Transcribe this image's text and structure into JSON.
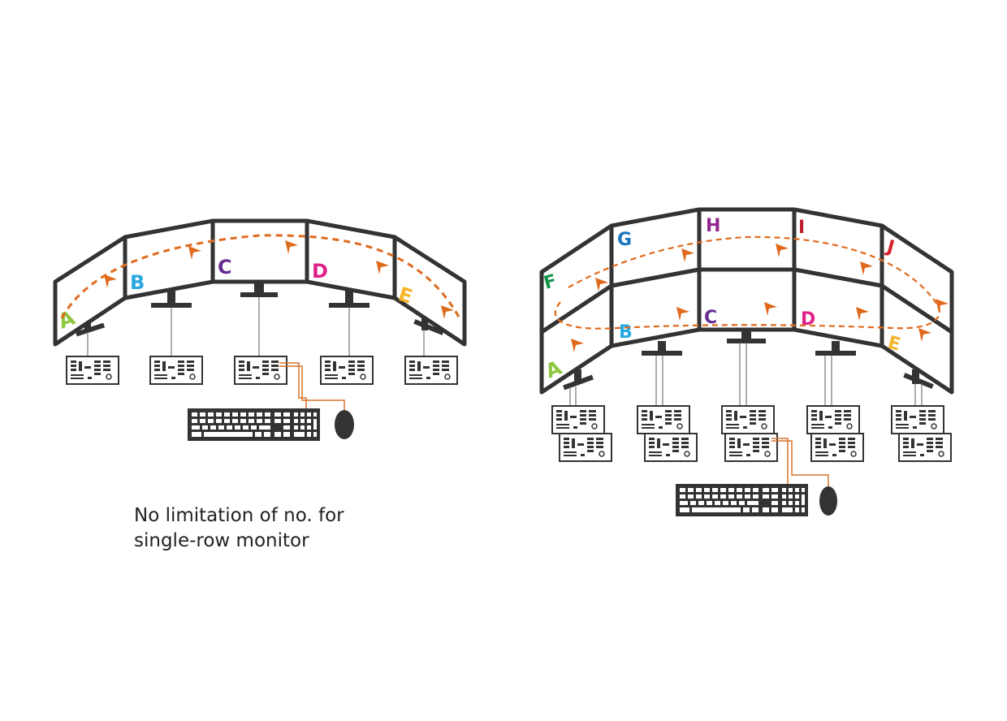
{
  "caption": {
    "line1": "No limitation of no. for",
    "line2": "single-row monitor"
  },
  "single_row": {
    "screens": [
      {
        "letter": "A",
        "color": "#8dc63f"
      },
      {
        "letter": "B",
        "color": "#29a8e0"
      },
      {
        "letter": "C",
        "color": "#662d91"
      },
      {
        "letter": "D",
        "color": "#e0218a"
      },
      {
        "letter": "E",
        "color": "#f7b52b"
      }
    ]
  },
  "two_row": {
    "top_screens": [
      {
        "letter": "F",
        "color": "#119447"
      },
      {
        "letter": "G",
        "color": "#1b75bb"
      },
      {
        "letter": "H",
        "color": "#92278f"
      },
      {
        "letter": "I",
        "color": "#be1e2d"
      },
      {
        "letter": "J",
        "color": "#d6202a"
      }
    ],
    "bottom_screens": [
      {
        "letter": "A",
        "color": "#8dc63f"
      },
      {
        "letter": "B",
        "color": "#29a8e0"
      },
      {
        "letter": "C",
        "color": "#662d91"
      },
      {
        "letter": "D",
        "color": "#e0218a"
      },
      {
        "letter": "E",
        "color": "#f7b52b"
      }
    ]
  },
  "colors": {
    "frame": "#333333",
    "path": "#e06a1c",
    "cable": "#d9742b"
  },
  "icons": [
    "monitor-icon",
    "computer-icon",
    "keyboard-icon",
    "mouse-icon",
    "cursor-arrow-icon"
  ]
}
